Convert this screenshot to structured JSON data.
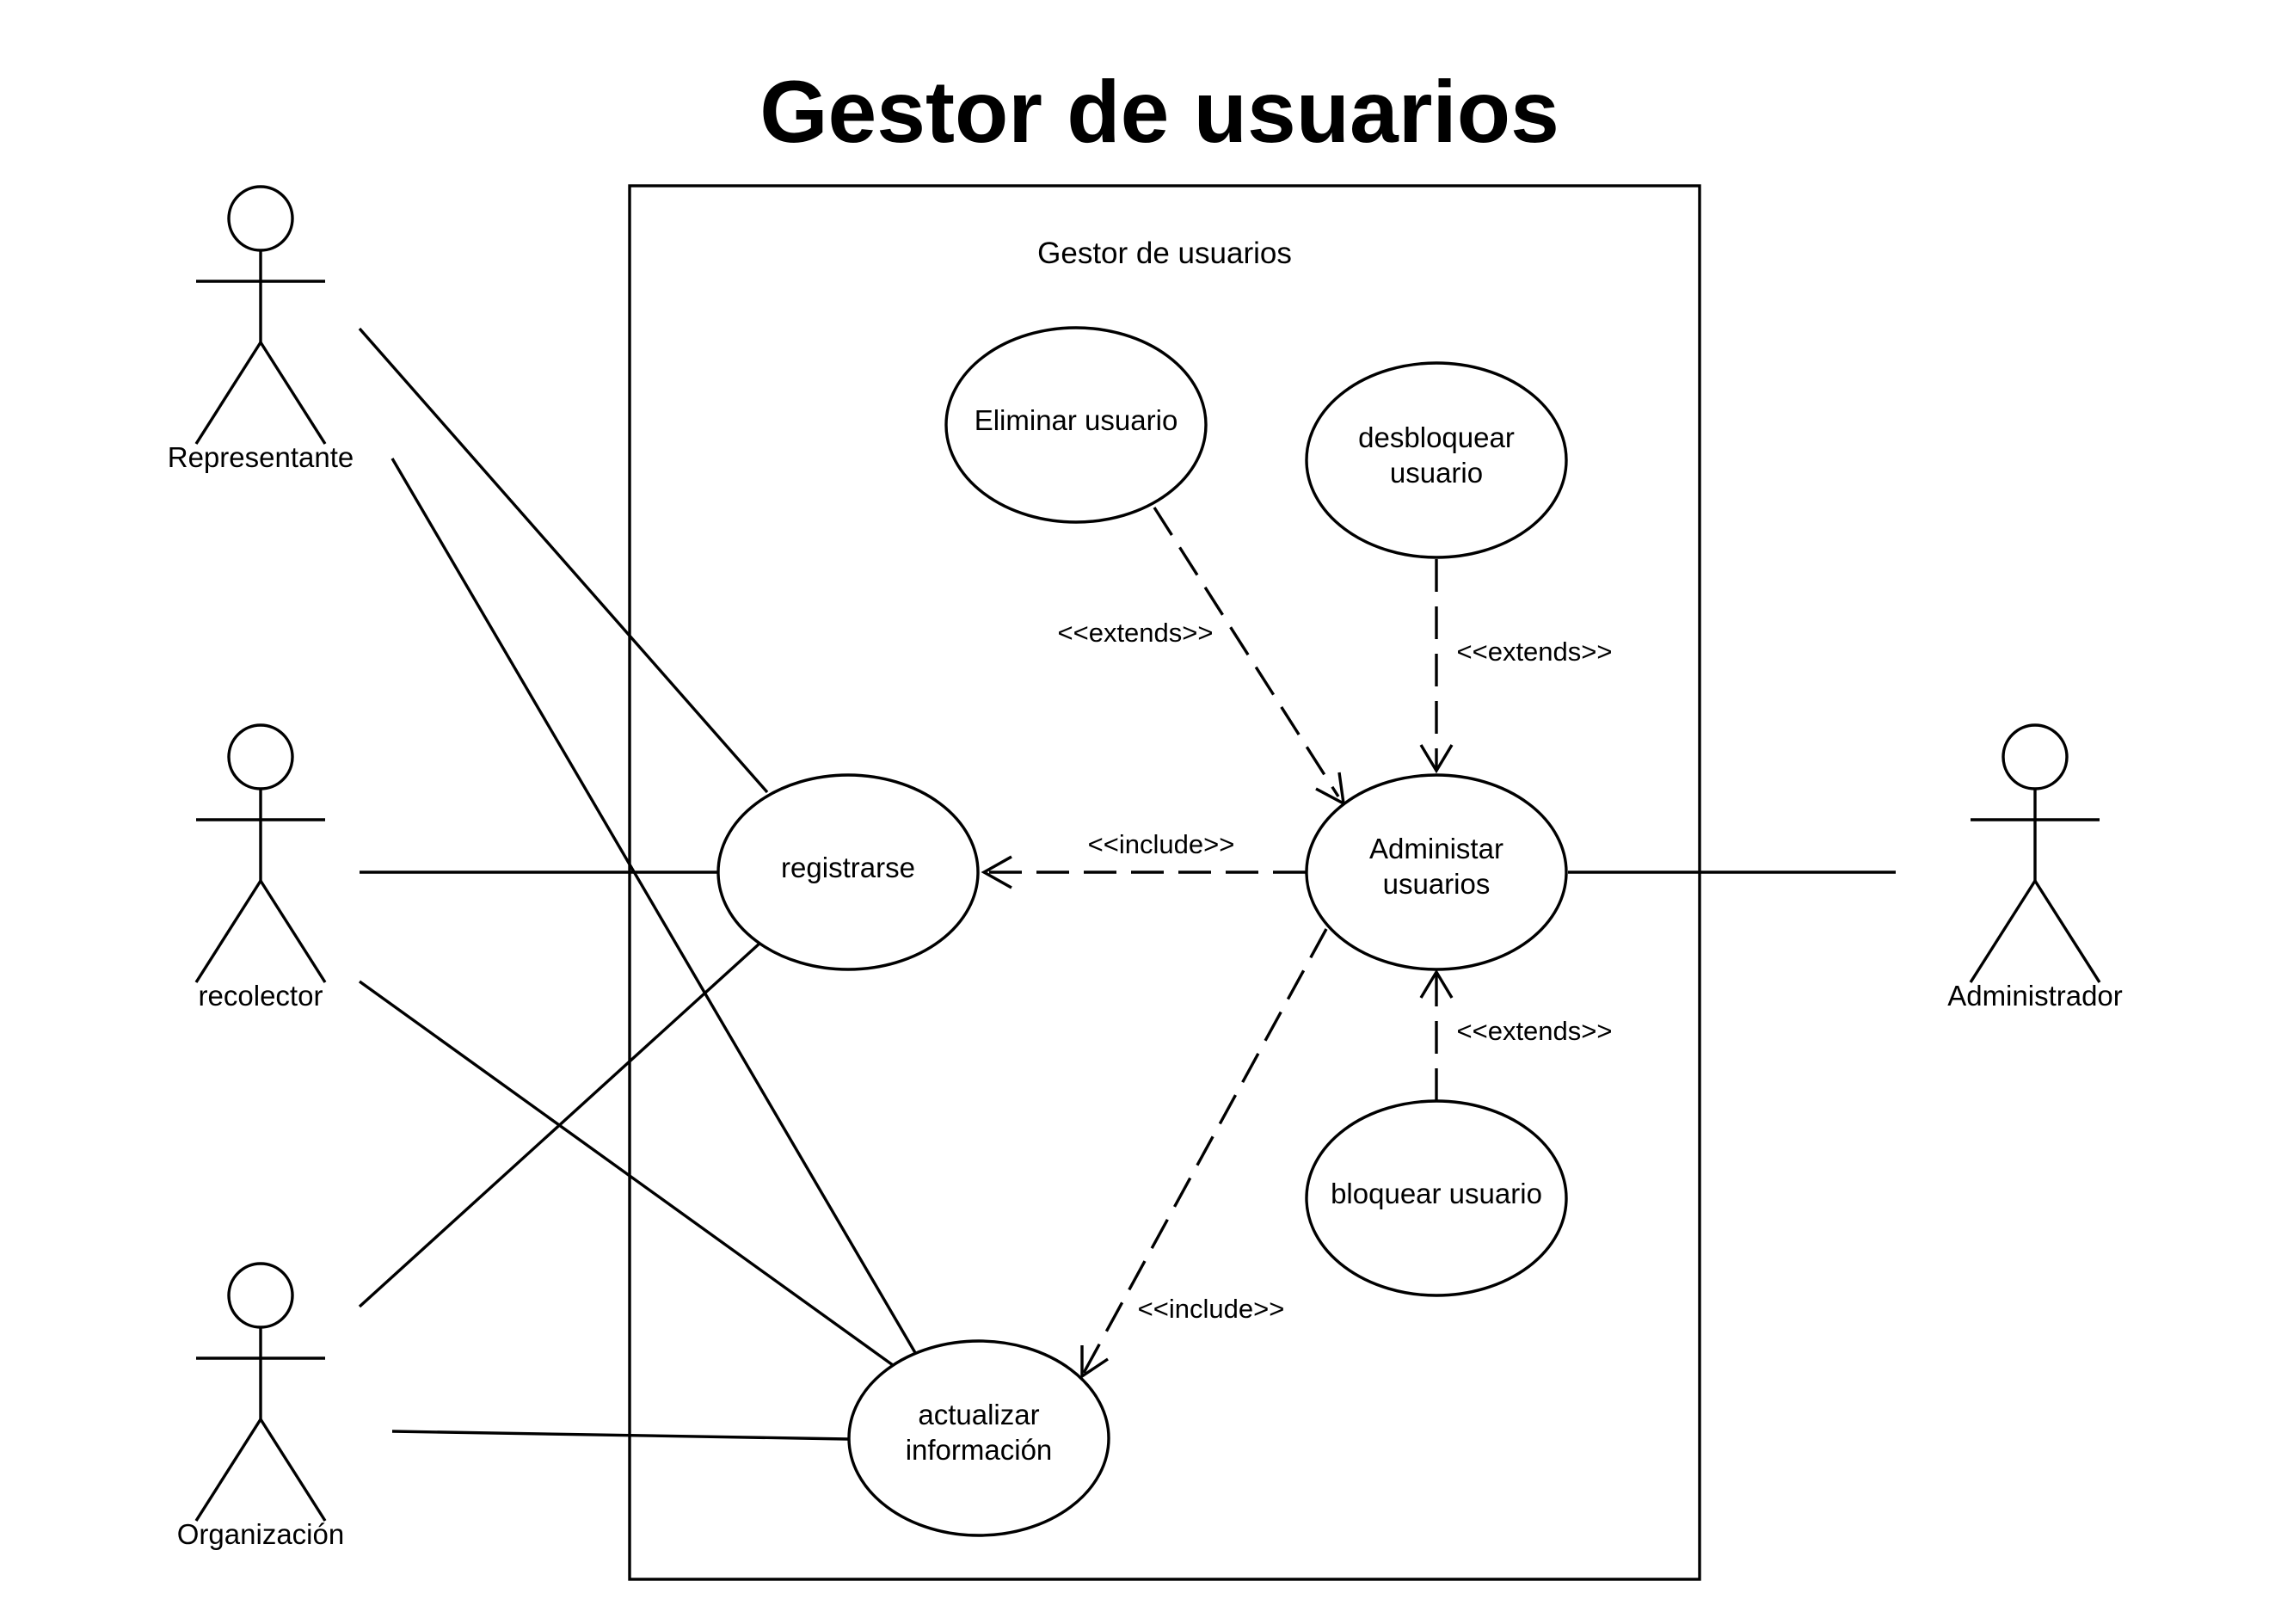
{
  "title": "Gestor de usuarios",
  "system": {
    "name": "Gestor de usuarios"
  },
  "actors": {
    "representante": "Representante",
    "recolector": "recolector",
    "organizacion": "Organización",
    "administrador": "Administrador"
  },
  "use_cases": {
    "eliminar": "Eliminar usuario",
    "desbloquear": [
      "desbloquear",
      "usuario"
    ],
    "registrarse": "registrarse",
    "administrar": [
      "Administar",
      "usuarios"
    ],
    "bloquear": "bloquear usuario",
    "actualizar": [
      "actualizar",
      "información"
    ]
  },
  "stereotypes": {
    "extends_eliminar": "<<extends>>",
    "extends_desbloquear": "<<extends>>",
    "include_registrarse": "<<include>>",
    "extends_bloquear": "<<extends>>",
    "include_actualizar": "<<include>>"
  },
  "colors": {
    "stroke": "#000000",
    "background": "#ffffff"
  }
}
